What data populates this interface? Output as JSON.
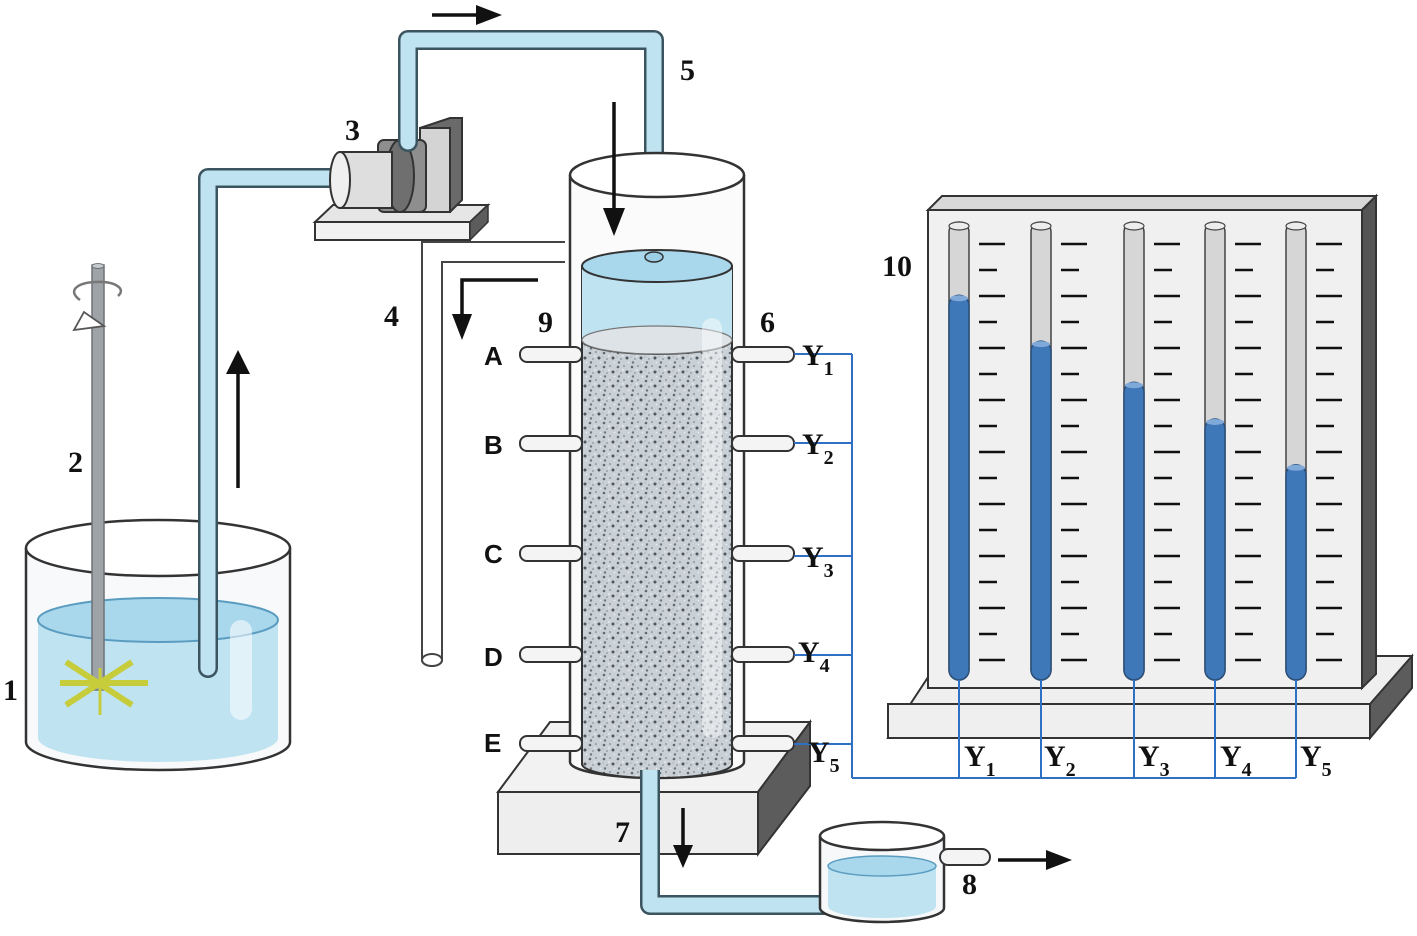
{
  "numbers": {
    "n1": "1",
    "n2": "2",
    "n3": "3",
    "n4": "4",
    "n5": "5",
    "n6": "6",
    "n7": "7",
    "n8": "8",
    "n9": "9",
    "n10": "10"
  },
  "ports": {
    "a": "A",
    "b": "B",
    "c": "C",
    "d": "D",
    "e": "E"
  },
  "y_letter": "Y",
  "y_subs": {
    "s1": "1",
    "s2": "2",
    "s3": "3",
    "s4": "4",
    "s5": "5"
  },
  "colors": {
    "water": "#bfe3f1",
    "water_edge": "#7bbcd8",
    "manometer_liquid": "#3f78b8",
    "connection_line": "#2f6fc4",
    "impeller": "#c6cc3a"
  },
  "manometer_levels_percent": [
    84,
    74,
    65,
    57,
    47
  ]
}
